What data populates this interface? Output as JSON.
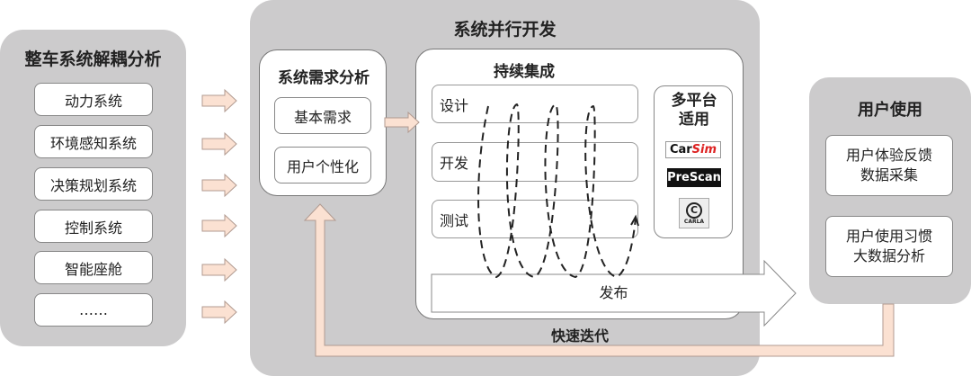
{
  "decoupling": {
    "title": "整车系统解耦分析",
    "items": [
      "动力系统",
      "环境感知系统",
      "决策规划系统",
      "控制系统",
      "智能座舱",
      "……"
    ]
  },
  "parallel": {
    "title": "系统并行开发",
    "iteration_label": "快速迭代",
    "requirements": {
      "title": "系统需求分析",
      "items": [
        "基本需求",
        "用户个性化"
      ]
    },
    "ci": {
      "title": "持续集成",
      "rows": [
        "设计",
        "开发",
        "测试"
      ],
      "release": "发布",
      "platforms": {
        "title_line1": "多平台",
        "title_line2": "适用",
        "logos": [
          "CarSim",
          "PreScan",
          "CARLA"
        ]
      }
    }
  },
  "user": {
    "title": "用户使用",
    "items": [
      [
        "用户体验反馈",
        "数据采集"
      ],
      [
        "用户使用习惯",
        "大数据分析"
      ]
    ]
  },
  "colors": {
    "panel": "#cccbcc",
    "arrow_fill": "#fbe1d2",
    "arrow_stroke": "#b09a90"
  }
}
